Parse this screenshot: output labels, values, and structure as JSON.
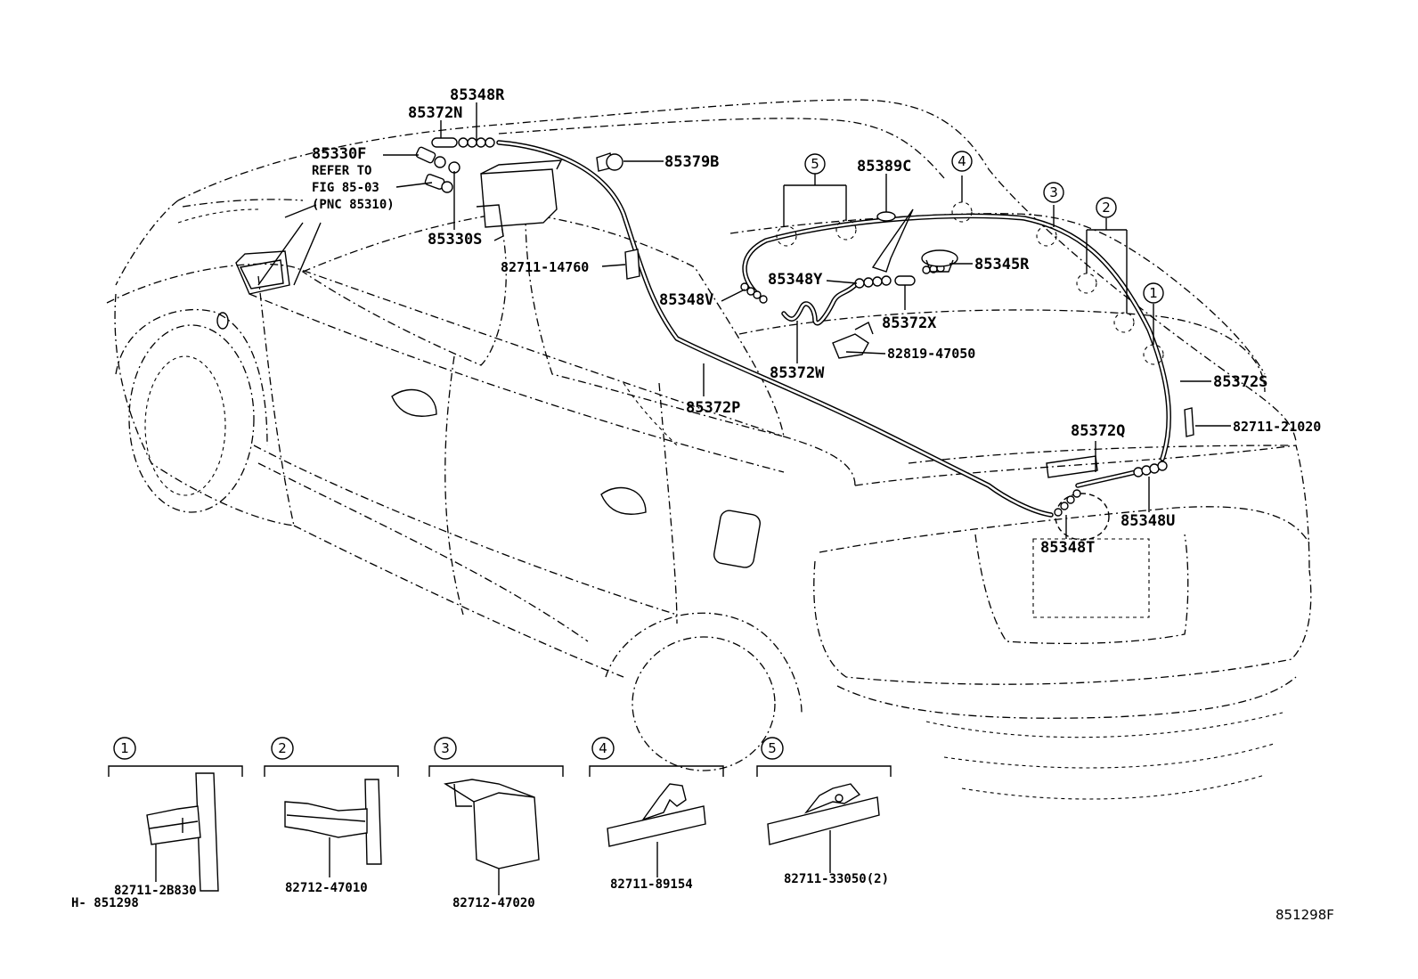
{
  "callouts": {
    "p85348R": "85348R",
    "p85372N": "85372N",
    "p85330F": "85330F",
    "refer_line1": "REFER TO",
    "refer_line2": "FIG 85-03",
    "refer_line3": "(PNC 85310)",
    "p85330S": "85330S",
    "p85379B": "85379B",
    "p85389C": "85389C",
    "p82711_14760": "82711-14760",
    "p85348Y": "85348Y",
    "p85345R": "85345R",
    "p85348V": "85348V",
    "p85372X": "85372X",
    "p82819_47050": "82819-47050",
    "p85372W": "85372W",
    "p85372P": "85372P",
    "p85372S": "85372S",
    "p82711_21020": "82711-21020",
    "p85372Q": "85372Q",
    "p85348U": "85348U",
    "p85348T": "85348T"
  },
  "markers": {
    "m1": "1",
    "m2": "2",
    "m3": "3",
    "m4": "4",
    "m5": "5"
  },
  "insets": [
    {
      "num": "1",
      "part": "82711-2B830"
    },
    {
      "num": "2",
      "part": "82712-47010"
    },
    {
      "num": "3",
      "part": "82712-47020"
    },
    {
      "num": "4",
      "part": "82711-89154"
    },
    {
      "num": "5",
      "part": "82711-33050(2)"
    }
  ],
  "footer": {
    "left_code": "H- 851298",
    "right_code": "851298F"
  }
}
